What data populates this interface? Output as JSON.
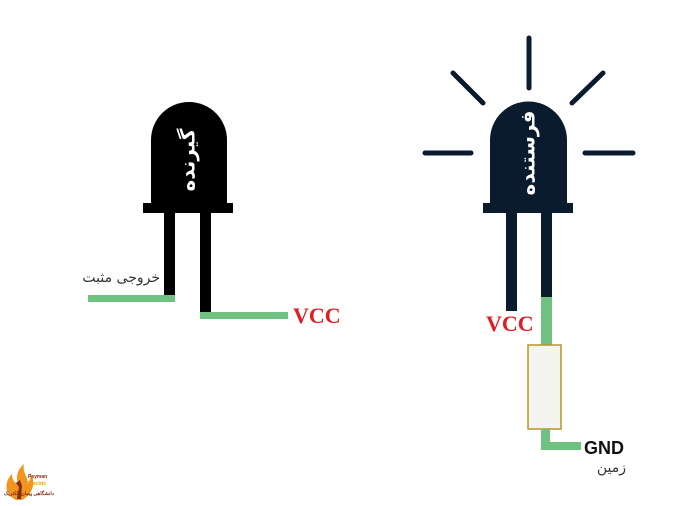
{
  "receiver": {
    "body_label": "گیرنده",
    "output_label": "خروجی مثبت",
    "vcc_label": "VCC"
  },
  "transmitter": {
    "body_label": "فرستنده",
    "vcc_label": "VCC",
    "gnd_label": "GND",
    "ground_label": "زمین"
  },
  "logo": {
    "name_line1": "Peyman",
    "name_line2": "Electric",
    "tagline": "دانشگاهی پیمان الکتریک"
  },
  "colors": {
    "receiver_body": "#000000",
    "transmitter_body": "#0b1b2e",
    "wire_green": "#6fc27f",
    "vcc_red": "#e01c24",
    "resistor_fill": "#f4f4f0",
    "resistor_border": "#b8961e",
    "logo_orange": "#f0961f",
    "logo_dark": "#8a2b0e"
  }
}
